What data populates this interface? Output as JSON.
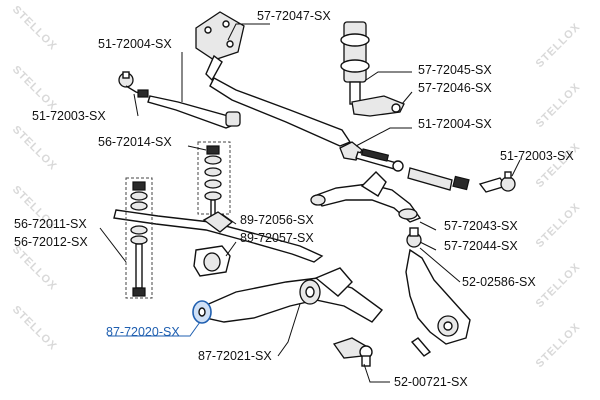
{
  "watermark": "STELLOX",
  "parts": [
    {
      "id": "p01",
      "label": "57-72047-SX"
    },
    {
      "id": "p02",
      "label": "51-72004-SX"
    },
    {
      "id": "p03",
      "label": "51-72003-SX"
    },
    {
      "id": "p04",
      "label": "57-72045-SX"
    },
    {
      "id": "p05",
      "label": "57-72046-SX"
    },
    {
      "id": "p06",
      "label": "51-72004-SX"
    },
    {
      "id": "p07",
      "label": "56-72014-SX"
    },
    {
      "id": "p08",
      "label": "51-72003-SX"
    },
    {
      "id": "p09",
      "label": "56-72011-SX"
    },
    {
      "id": "p10",
      "label": "56-72012-SX"
    },
    {
      "id": "p11",
      "label": "89-72056-SX"
    },
    {
      "id": "p12",
      "label": "89-72057-SX"
    },
    {
      "id": "p13",
      "label": "57-72043-SX"
    },
    {
      "id": "p14",
      "label": "57-72044-SX"
    },
    {
      "id": "p15",
      "label": "52-02586-SX"
    },
    {
      "id": "p16",
      "label": "87-72020-SX",
      "highlight": true
    },
    {
      "id": "p17",
      "label": "87-72021-SX"
    },
    {
      "id": "p18",
      "label": "52-00721-SX"
    }
  ],
  "colors": {
    "highlight": "#1f5fb0",
    "text": "#111111",
    "watermark": "#d9d9d9"
  }
}
